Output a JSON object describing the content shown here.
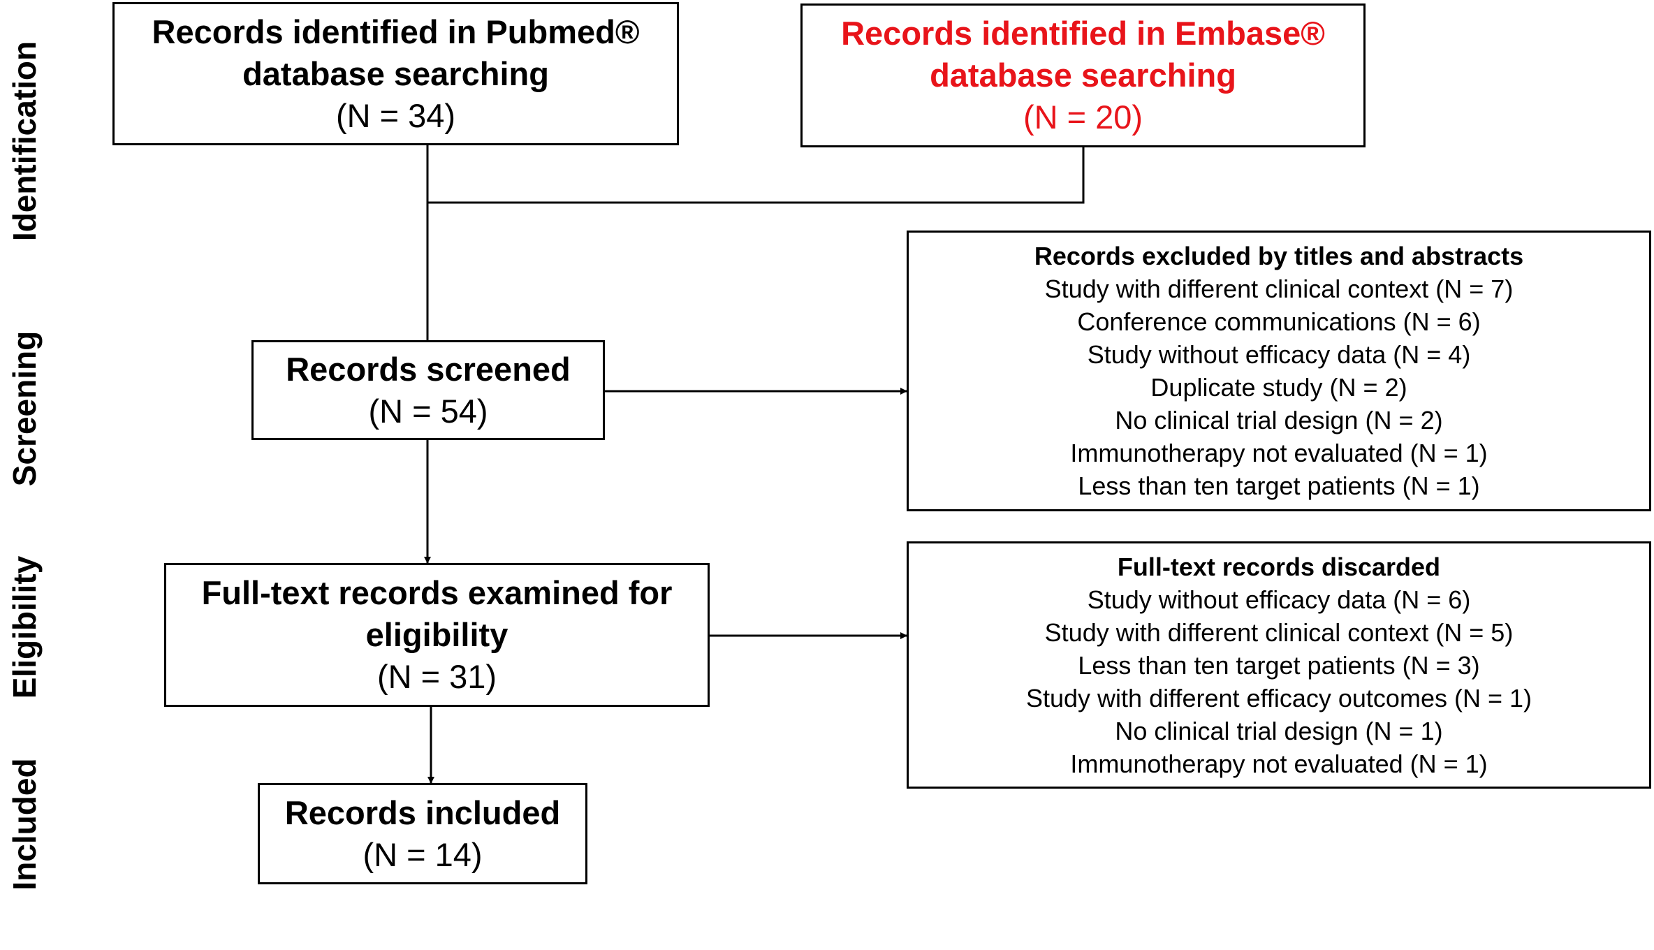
{
  "stages": [
    "Identification",
    "Screening",
    "Eligibility",
    "Included"
  ],
  "boxes": {
    "pubmed": {
      "title_line1": "Records identified in Pubmed®",
      "title_line2": "database searching",
      "count": "(N = 34)"
    },
    "embase": {
      "title_line1": "Records identified in Embase®",
      "title_line2": "database searching",
      "count": "(N = 20)",
      "color": "#e8141a"
    },
    "screened": {
      "title": "Records screened",
      "count": "(N = 54)"
    },
    "fulltext": {
      "title_line1": "Full-text records examined for",
      "title_line2": "eligibility",
      "count": "(N = 31)"
    },
    "included": {
      "title": "Records included",
      "count": "(N = 14)"
    },
    "excluded": {
      "title": "Records excluded by titles and abstracts",
      "items": [
        "Study with different clinical context (N = 7)",
        "Conference communications (N = 6)",
        "Study without efficacy data (N = 4)",
        "Duplicate study (N = 2)",
        "No clinical trial design (N = 2)",
        "Immunotherapy not evaluated (N = 1)",
        "Less than ten target patients (N = 1)"
      ]
    },
    "discarded": {
      "title": "Full-text records discarded",
      "items": [
        "Study without efficacy data (N = 6)",
        "Study with different clinical context (N = 5)",
        "Less than ten target patients (N = 3)",
        "Study with different efficacy outcomes (N = 1)",
        "No clinical trial design (N = 1)",
        "Immunotherapy not evaluated (N = 1)"
      ]
    }
  }
}
